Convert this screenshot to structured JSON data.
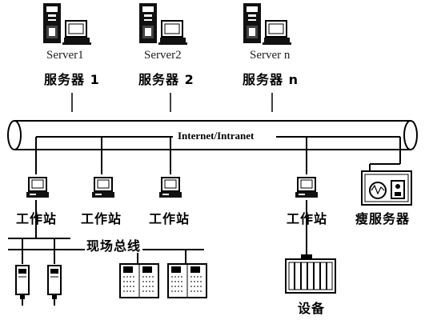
{
  "servers": [
    {
      "name": "Server1",
      "label": "服务器 1"
    },
    {
      "name": "Server2",
      "label": "服务器 2"
    },
    {
      "name": "Server n",
      "label": "服务器 n"
    }
  ],
  "network": {
    "label": "Internet/Intranet"
  },
  "workstations": [
    {
      "label": "工作站"
    },
    {
      "label": "工作站"
    },
    {
      "label": "工作站"
    },
    {
      "label": "工作站"
    }
  ],
  "thin_server": {
    "label": "瘦服务器"
  },
  "fieldbus": {
    "label": "现场总线"
  },
  "device": {
    "label": "设备"
  }
}
